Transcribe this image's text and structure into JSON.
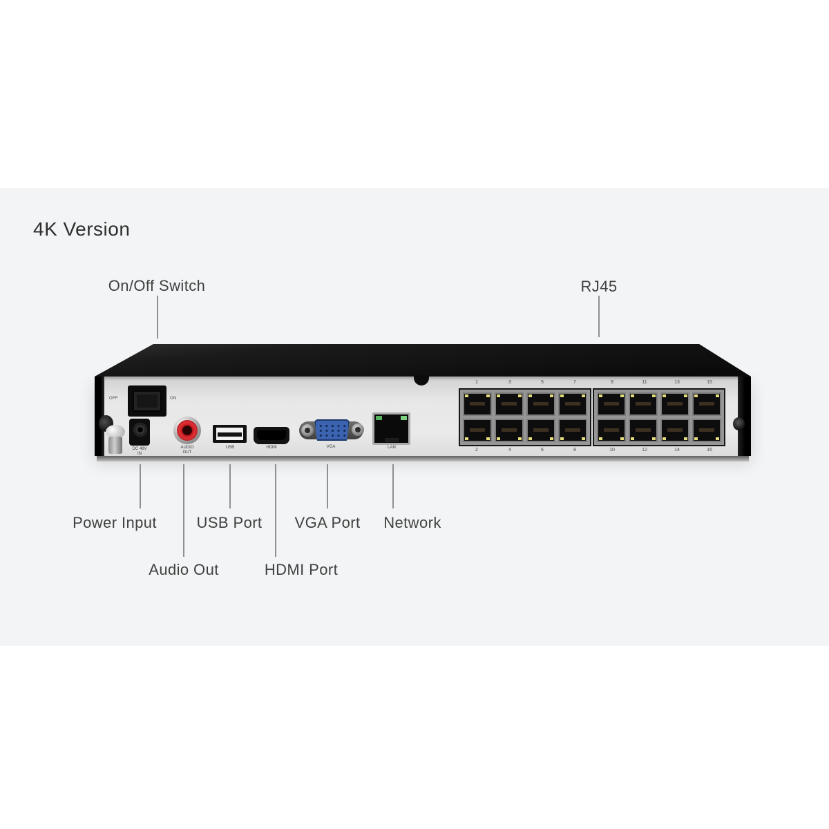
{
  "title": "4K Version",
  "callouts": {
    "on_off_switch": "On/Off Switch",
    "rj45": "RJ45",
    "power_input": "Power Input",
    "audio_out": "Audio Out",
    "usb_port": "USB Port",
    "hdmi_port": "HDMI Port",
    "vga_port": "VGA Port",
    "network": "Network"
  },
  "device": {
    "switch_off": "OFF",
    "switch_on": "ON",
    "dc_label": "DC 48V\nIN",
    "audio_label": "AUDIO\nOUT",
    "usb_label": "USB",
    "hdmi_label": "HDMI",
    "vga_label": "VGA",
    "lan_label": "LAN",
    "rj45_top_numbers": [
      "1",
      "3",
      "5",
      "7",
      "9",
      "11",
      "13",
      "15"
    ],
    "rj45_bottom_numbers": [
      "2",
      "4",
      "6",
      "8",
      "10",
      "12",
      "14",
      "16"
    ]
  },
  "colors": {
    "panel_bg": "#f3f4f5",
    "device_black": "#0d0d0d",
    "face_gray": "#e7e7e7",
    "vga_blue": "#3c63b0",
    "led_green": "#58b55f",
    "led_yellow": "#e3dd7d",
    "annotation_text": "#414141",
    "annotation_line": "#8f8f8f"
  }
}
